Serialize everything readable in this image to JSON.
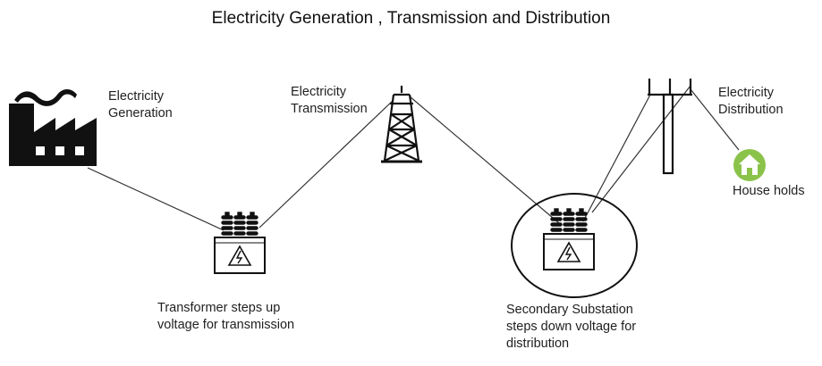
{
  "title": "Electricity Generation , Transmission and Distribution",
  "labels": {
    "generation_line1": "Electricity",
    "generation_line2": "Generation",
    "transmission_line1": "Electricity",
    "transmission_line2": "Transmission",
    "distribution_line1": "Electricity",
    "distribution_line2": "Distribution",
    "households": "House holds",
    "step_up_line1": "Transformer steps up",
    "step_up_line2": "voltage for transmission",
    "substation_line1": "Secondary Substation",
    "substation_line2": "steps down voltage for",
    "substation_line3": "distribution"
  },
  "icons": {
    "factory": "factory-icon",
    "tower": "transmission-tower-icon",
    "transformer": "transformer-icon",
    "pole": "distribution-pole-icon",
    "house": "house-icon"
  },
  "colors": {
    "line": "#333333",
    "icon": "#111111",
    "house_green": "#8bc34a"
  }
}
